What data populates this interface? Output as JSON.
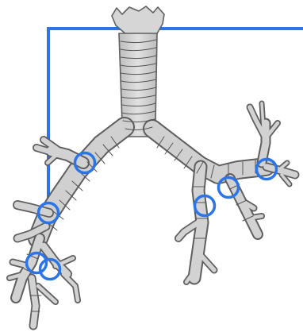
{
  "diagram": {
    "subject": "bronchial-tree-illustration",
    "colors": {
      "background": "#ffffff",
      "airway_fill": "#d2d2d2",
      "airway_stroke": "#5f5f5f",
      "ring_line": "#555555",
      "marker_stroke": "#2b75e9",
      "frame_line": "#2b75e9"
    },
    "markers": [
      {
        "id": "marker-right-upper-bronchus"
      },
      {
        "id": "marker-right-main-branch"
      },
      {
        "id": "marker-right-lower-a"
      },
      {
        "id": "marker-right-lower-b"
      },
      {
        "id": "marker-left-lower-bronchus"
      },
      {
        "id": "marker-left-junction"
      },
      {
        "id": "marker-left-upper-bronchus"
      }
    ]
  }
}
